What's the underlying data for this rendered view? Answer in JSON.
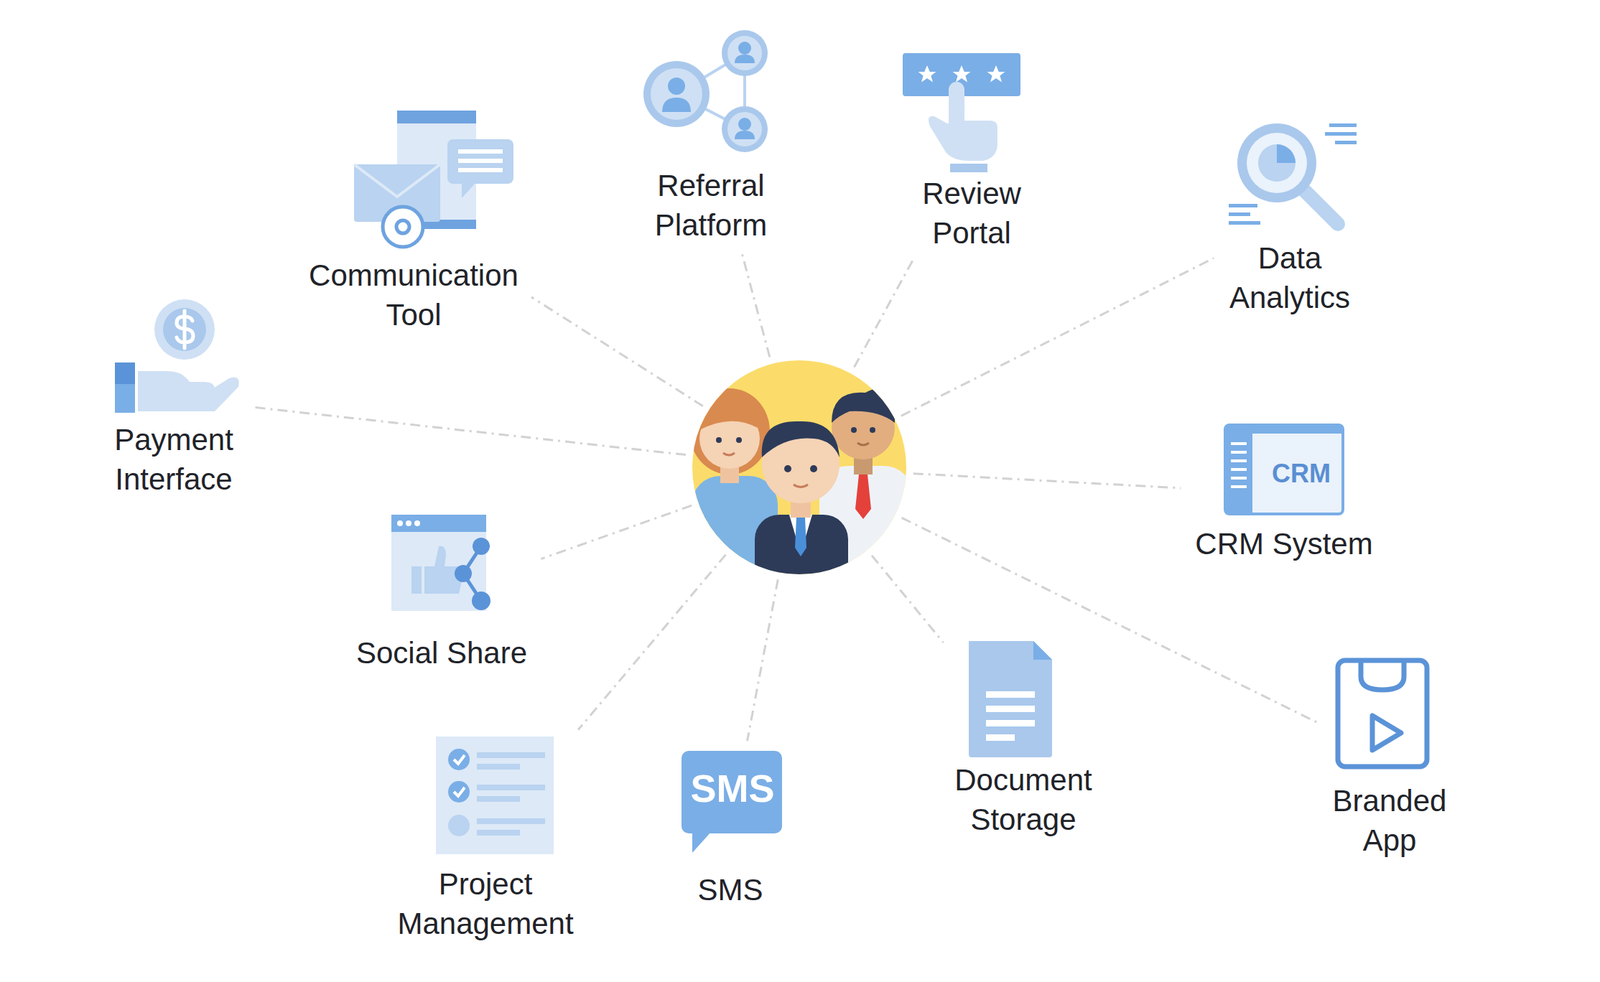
{
  "diagram": {
    "nodes": [
      {
        "text": []
      },
      {
        "text": [
          "Referral Platform"
        ]
      },
      {
        "text": [
          "Review Portal"
        ]
      },
      {
        "text": [
          "Communication Tool"
        ]
      },
      {
        "text": [
          "Data Analytics"
        ]
      },
      {
        "text": [
          "Payment Interface"
        ]
      },
      {
        "text": [
          "CRM System"
        ]
      },
      {
        "text": [
          "Social Share"
        ]
      },
      {
        "text": [
          "Document Storage"
        ]
      },
      {
        "text": [
          "Branded App"
        ]
      },
      {
        "text": [
          "Project Management"
        ]
      },
      {
        "text": [
          "SMS"
        ]
      }
    ],
    "edges": [
      {
        "from": 0,
        "to": 1,
        "arrow": "none"
      },
      {
        "from": 0,
        "to": 2,
        "arrow": "none"
      },
      {
        "from": 0,
        "to": 3,
        "arrow": "none"
      },
      {
        "from": 0,
        "to": 4,
        "arrow": "none"
      },
      {
        "from": 0,
        "to": 5,
        "arrow": "none"
      },
      {
        "from": 0,
        "to": 6,
        "arrow": "none"
      },
      {
        "from": 0,
        "to": 7,
        "arrow": "none"
      },
      {
        "from": 0,
        "to": 8,
        "arrow": "none"
      },
      {
        "from": 0,
        "to": 9,
        "arrow": "none"
      },
      {
        "from": 0,
        "to": 10,
        "arrow": "none"
      },
      {
        "from": 0,
        "to": 11,
        "arrow": "none"
      }
    ],
    "labels": [
      "CRM",
      "SMS"
    ]
  }
}
